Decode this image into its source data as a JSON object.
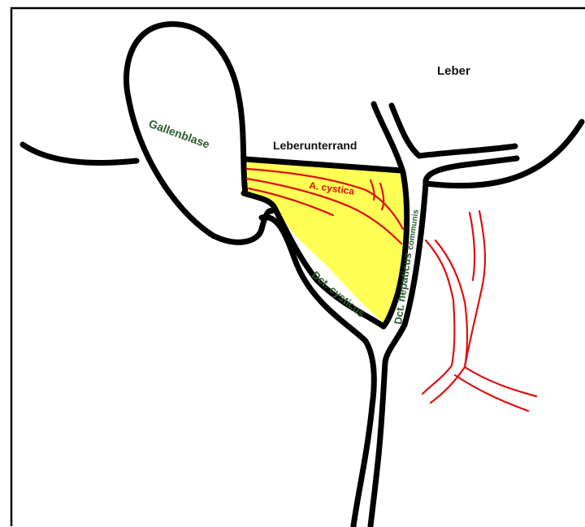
{
  "labels": {
    "liver": "Leber",
    "gallbladder": "Gallenblase",
    "liver_margin": "Leberunterrand",
    "cystic_artery": "A. cystica",
    "cystic_duct": "Dct. cysticus",
    "common_hepatic_duct_main": "Dct. hepaticus",
    "common_hepatic_duct_suffix": "communis"
  },
  "colors": {
    "triangle_fill": "#FFFF55",
    "artery": "#DD1111",
    "label_green": "#2E5A2E",
    "outline": "#000000"
  }
}
